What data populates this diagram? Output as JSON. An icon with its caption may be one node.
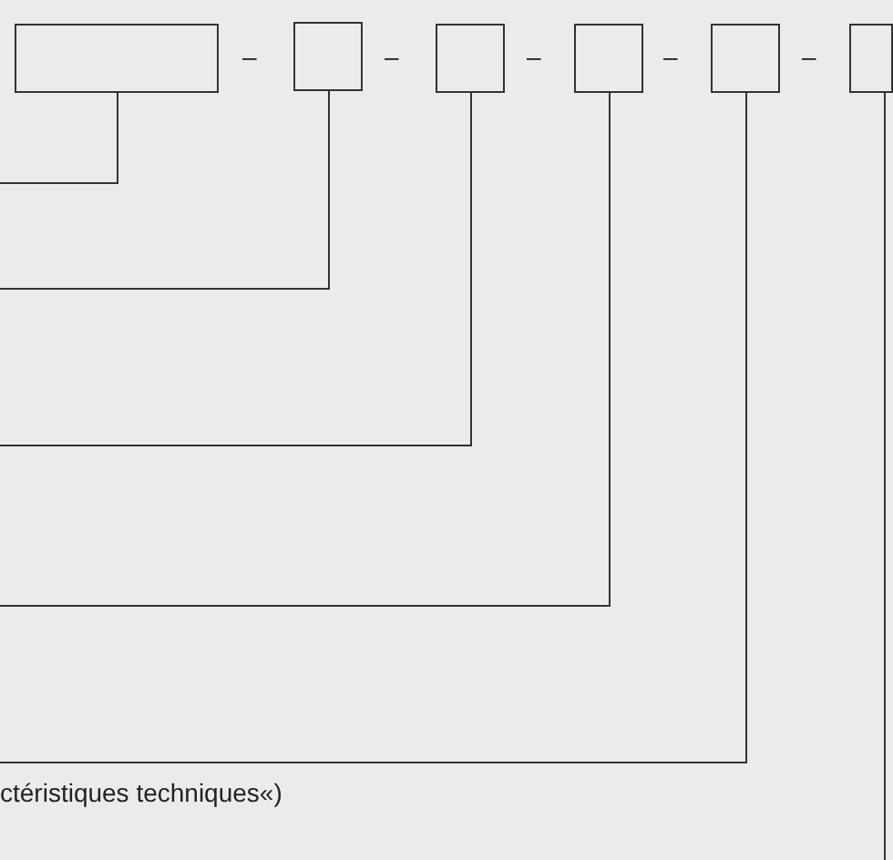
{
  "diagram": {
    "nodes": [
      {
        "text": [],
        "shape": "box"
      },
      {
        "text": [],
        "shape": "box"
      },
      {
        "text": [],
        "shape": "box"
      },
      {
        "text": [],
        "shape": "box"
      },
      {
        "text": [],
        "shape": "box"
      },
      {
        "text": [],
        "shape": "box"
      }
    ],
    "edges": [
      {
        "from": 0,
        "to": null,
        "arrow": "none"
      },
      {
        "from": 1,
        "to": null,
        "arrow": "none"
      },
      {
        "from": 2,
        "to": null,
        "arrow": "none"
      },
      {
        "from": 3,
        "to": null,
        "arrow": "none"
      },
      {
        "from": 4,
        "to": null,
        "arrow": "none"
      },
      {
        "from": 5,
        "to": null,
        "arrow": "none"
      }
    ],
    "labels": [
      "–",
      "–",
      "–",
      "–",
      "–",
      "ctéristiques techniques«)"
    ]
  }
}
